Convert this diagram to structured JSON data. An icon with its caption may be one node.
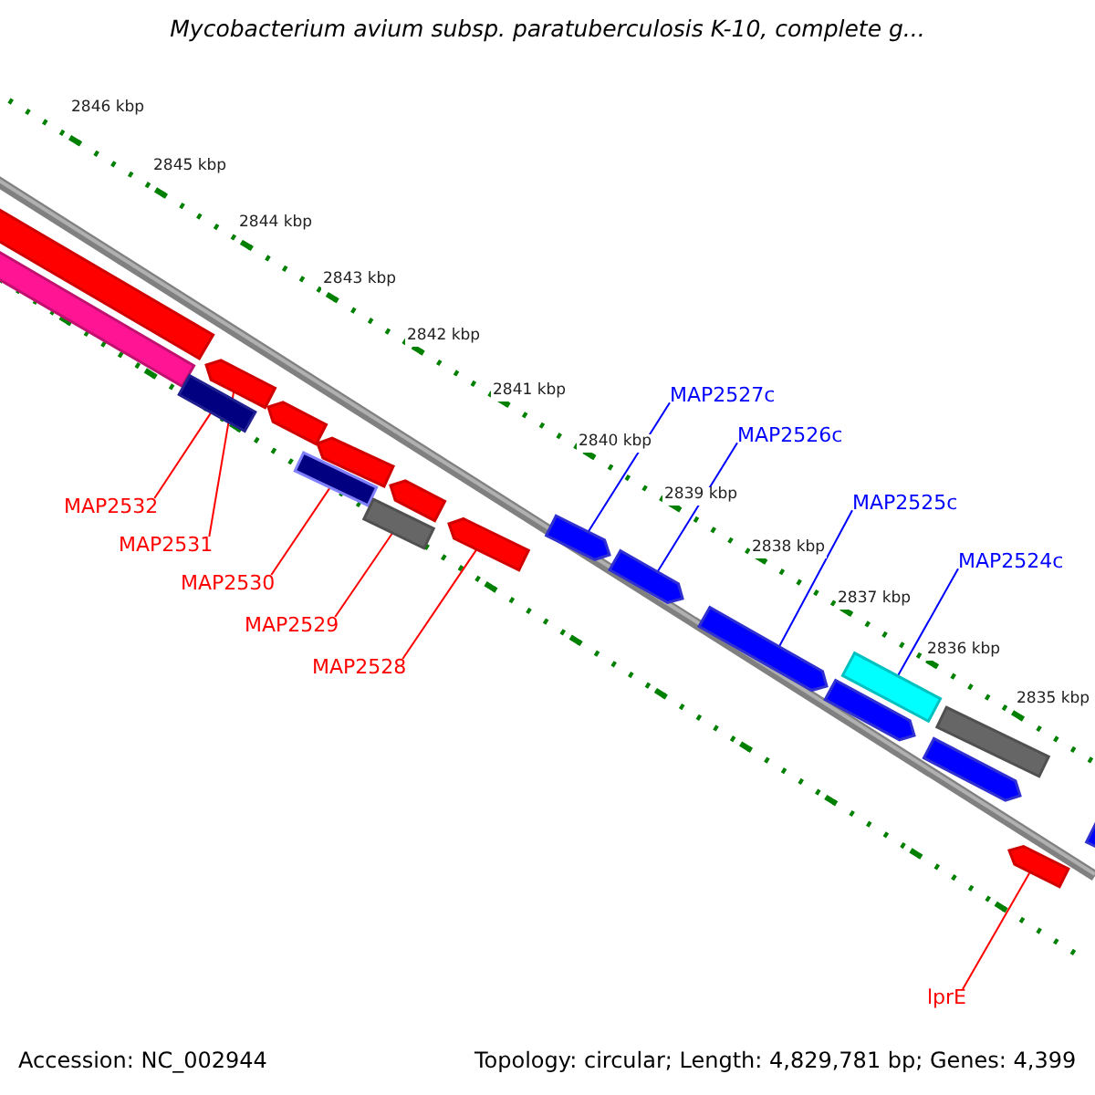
{
  "diagram": {
    "title": "Mycobacterium avium subsp. paratuberculosis K-10, complete g...",
    "nodes": [
      {
        "text": [
          "MAP2527c"
        ]
      },
      {
        "text": [
          "MAP2526c"
        ]
      },
      {
        "text": [
          "MAP2532"
        ]
      },
      {
        "text": [
          "MAP2525c"
        ]
      },
      {
        "text": [
          "MAP2531"
        ]
      },
      {
        "text": [
          "MAP2524c"
        ]
      },
      {
        "text": [
          "MAP2530"
        ]
      },
      {
        "text": [
          "MAP2529"
        ]
      },
      {
        "text": [
          "MAP2528"
        ]
      },
      {
        "text": [
          "lprE"
        ]
      },
      {
        "text": [],
        "shape": "bar"
      },
      {
        "text": [],
        "shape": "bar"
      },
      {
        "text": [],
        "shape": "bar"
      },
      {
        "text": [],
        "shape": "bar"
      },
      {
        "text": [],
        "shape": "bar"
      },
      {
        "text": [],
        "shape": "bar"
      },
      {
        "text": [],
        "shape": "bar"
      },
      {
        "text": [],
        "shape": "bar"
      },
      {
        "text": [],
        "shape": "bar"
      },
      {
        "text": [],
        "shape": "bar"
      },
      {
        "text": [],
        "shape": "bar"
      },
      {
        "text": [],
        "shape": "bar"
      },
      {
        "text": [],
        "shape": "bar"
      },
      {
        "text": [],
        "shape": "bar"
      },
      {
        "text": [],
        "shape": "bar"
      },
      {
        "text": [],
        "shape": "bar"
      },
      {
        "text": [],
        "shape": "bar"
      },
      {
        "text": [],
        "shape": "bar"
      },
      {
        "text": [],
        "shape": "bar"
      }
    ],
    "edges": [
      {
        "from": 2,
        "to": 12,
        "arrow": "none"
      },
      {
        "from": 4,
        "to": 13,
        "arrow": "none"
      },
      {
        "from": 6,
        "to": 15,
        "arrow": "none"
      },
      {
        "from": 7,
        "to": 17,
        "arrow": "none"
      },
      {
        "from": 8,
        "to": 19,
        "arrow": "none"
      },
      {
        "from": 0,
        "to": 20,
        "arrow": "none",
        "color": "#0000ff"
      },
      {
        "from": 1,
        "to": 21,
        "arrow": "none",
        "color": "#0000ff"
      },
      {
        "from": 3,
        "to": 22,
        "arrow": "none",
        "color": "#0000ff"
      },
      {
        "from": 5,
        "to": 24,
        "arrow": "none",
        "color": "#0000ff"
      },
      {
        "from": 9,
        "to": 27,
        "arrow": "none"
      }
    ],
    "labels": [
      "2846 kbp",
      "2845 kbp",
      "2844 kbp",
      "2843 kbp",
      "2842 kbp",
      "2841 kbp",
      "2840 kbp",
      "2839 kbp",
      "2838 kbp",
      "2837 kbp",
      "2836 kbp",
      "2835 kbp",
      "Accession: NC_002944",
      "Topology: circular; Length: 4,829,781 bp; Genes: 4,399"
    ]
  }
}
